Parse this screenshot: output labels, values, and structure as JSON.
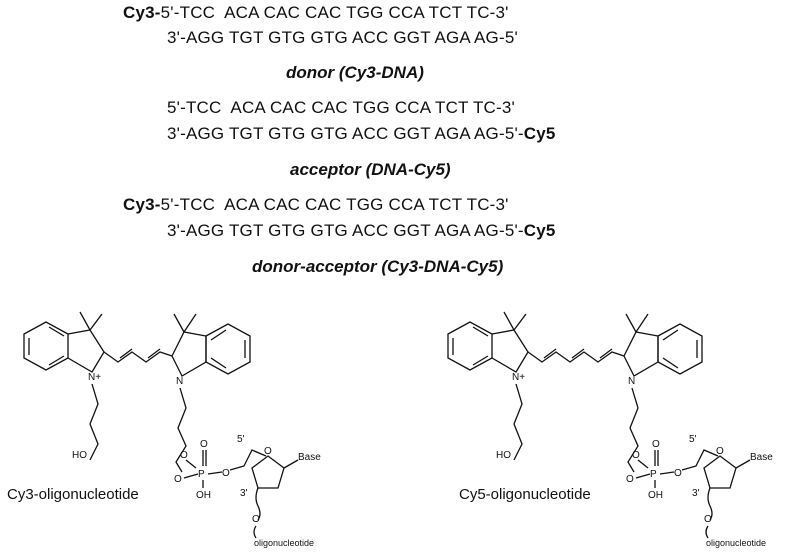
{
  "constructs": [
    {
      "top_prefix": "Cy3-",
      "top_seq": "5'-TCC  ACA CAC CAC TGG CCA TCT TC-3'",
      "bottom_seq": "3'-AGG TGT GTG GTG ACC GGT AGA AG-5'",
      "bottom_suffix": "",
      "caption": "donor (Cy3-DNA)"
    },
    {
      "top_prefix": "",
      "top_seq": "5'-TCC  ACA CAC CAC TGG CCA TCT TC-3'",
      "bottom_seq": "3'-AGG TGT GTG GTG ACC GGT AGA AG-5'-",
      "bottom_suffix": "Cy5",
      "caption": "acceptor (DNA-Cy5)"
    },
    {
      "top_prefix": "Cy3-",
      "top_seq": "5'-TCC  ACA CAC CAC TGG CCA TCT TC-3'",
      "bottom_seq": "3'-AGG TGT GTG GTG ACC GGT AGA AG-5'-",
      "bottom_suffix": "Cy5",
      "caption": "donor-acceptor (Cy3-DNA-Cy5)"
    }
  ],
  "structures": {
    "cy3": {
      "label": "Cy3-oligonucleotide",
      "atoms": {
        "n_plus": "N+",
        "n": "N",
        "ho": "HO",
        "o1": "O",
        "p": "P",
        "o2": "O",
        "o3": "O",
        "oh": "OH",
        "o4": "O",
        "five_prime": "5'",
        "ring_o": "O",
        "base": "Base",
        "three_prime": "3'",
        "o5": "O",
        "oligo": "oligonucleotide"
      }
    },
    "cy5": {
      "label": "Cy5-oligonucleotide",
      "atoms": {
        "n_plus": "N+",
        "n": "N",
        "ho": "HO",
        "o1": "O",
        "p": "P",
        "o2": "O",
        "o3": "O",
        "oh": "OH",
        "o4": "O",
        "five_prime": "5'",
        "ring_o": "O",
        "base": "Base",
        "three_prime": "3'",
        "o5": "O",
        "oligo": "oligonucleotide"
      }
    }
  }
}
